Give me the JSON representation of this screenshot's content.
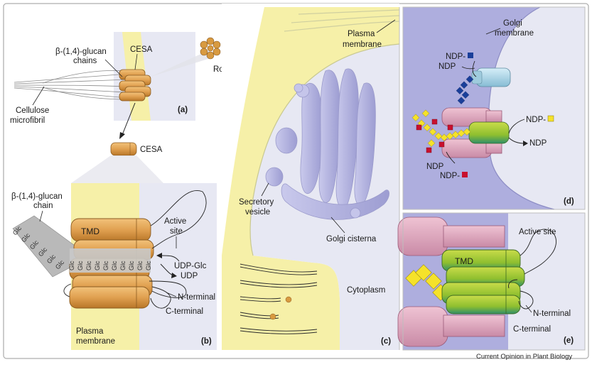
{
  "labels": {
    "glucan_chains": "β-(1,4)-glucan",
    "glucan_chains_2": "chains",
    "cesa_top": "CESA",
    "cellulose": "Cellulose",
    "microfibril": "microfibril",
    "rosette": "Rosette",
    "plasma": "Plasma",
    "membrane": "membrane",
    "panel_a": "(a)",
    "cesa_mid": "CESA",
    "glucan_chain_b": "β-(1,4)-glucan",
    "glucan_chain_b2": "chain",
    "tmd_b": "TMD",
    "active": "Active",
    "site": "site",
    "udp_glc": "UDP-Glc",
    "udp": "UDP",
    "n_terminal_b": "N-terminal",
    "c_terminal_b": "C-terminal",
    "plasma_b": "Plasma",
    "membrane_b": "membrane",
    "panel_b": "(b)",
    "glc": "Glc",
    "secretory": "Secretory",
    "vesicle": "vesicle",
    "golgi_cisterna": "Golgi cisterna",
    "cytoplasm": "Cytoplasm",
    "panel_c": "(c)",
    "golgi": "Golgi",
    "golgi_membrane": "membrane",
    "ndp_blue": "NDP-",
    "ndp_1": "NDP",
    "ndp_yellow": "NDP-",
    "ndp_2": "NDP",
    "ndp_3": "NDP",
    "ndp_red": "NDP-",
    "panel_d": "(d)",
    "active_site_e": "Active site",
    "tmd_e": "TMD",
    "n_terminal_e": "N-terminal",
    "c_terminal_e": "C-terminal",
    "panel_e": "(e)",
    "credit": "Current Opinion in Plant Biology"
  },
  "colors": {
    "cesa_orange": "#e0a050",
    "membrane_yellow": "#f6f0a8",
    "golgi_lavender": "#b9b9e0",
    "pink_protein": "#dfa6bd",
    "green_protein": "#9cc43a",
    "blue_sugar": "#1a3f9a",
    "red_sugar": "#c8102e",
    "yellow_sugar": "#f5e22a",
    "cyan_protein": "#a9d6e8"
  }
}
